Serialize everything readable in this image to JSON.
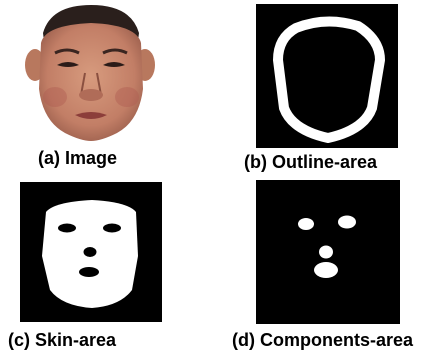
{
  "figure": {
    "panels": [
      {
        "id": "a",
        "caption": "(a) Image"
      },
      {
        "id": "b",
        "caption": "(b) Outline-area"
      },
      {
        "id": "c",
        "caption": "(c) Skin-area"
      },
      {
        "id": "d",
        "caption": "(d) Components-area"
      }
    ]
  },
  "colors": {
    "background": "#ffffff",
    "mask_black": "#000000",
    "mask_white": "#ffffff",
    "skin": "#c98a70"
  }
}
